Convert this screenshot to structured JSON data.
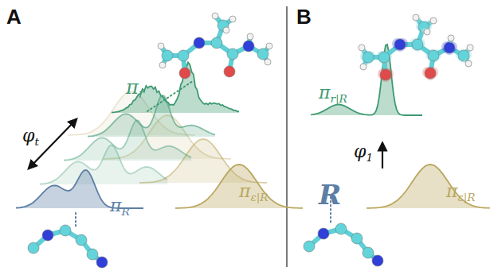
{
  "diagram": {
    "labels": [
      "A",
      "B",
      "πr",
      "φt",
      "πR",
      "πε|R",
      "πr|R",
      "φ1",
      "R",
      "πε|R"
    ]
  }
}
